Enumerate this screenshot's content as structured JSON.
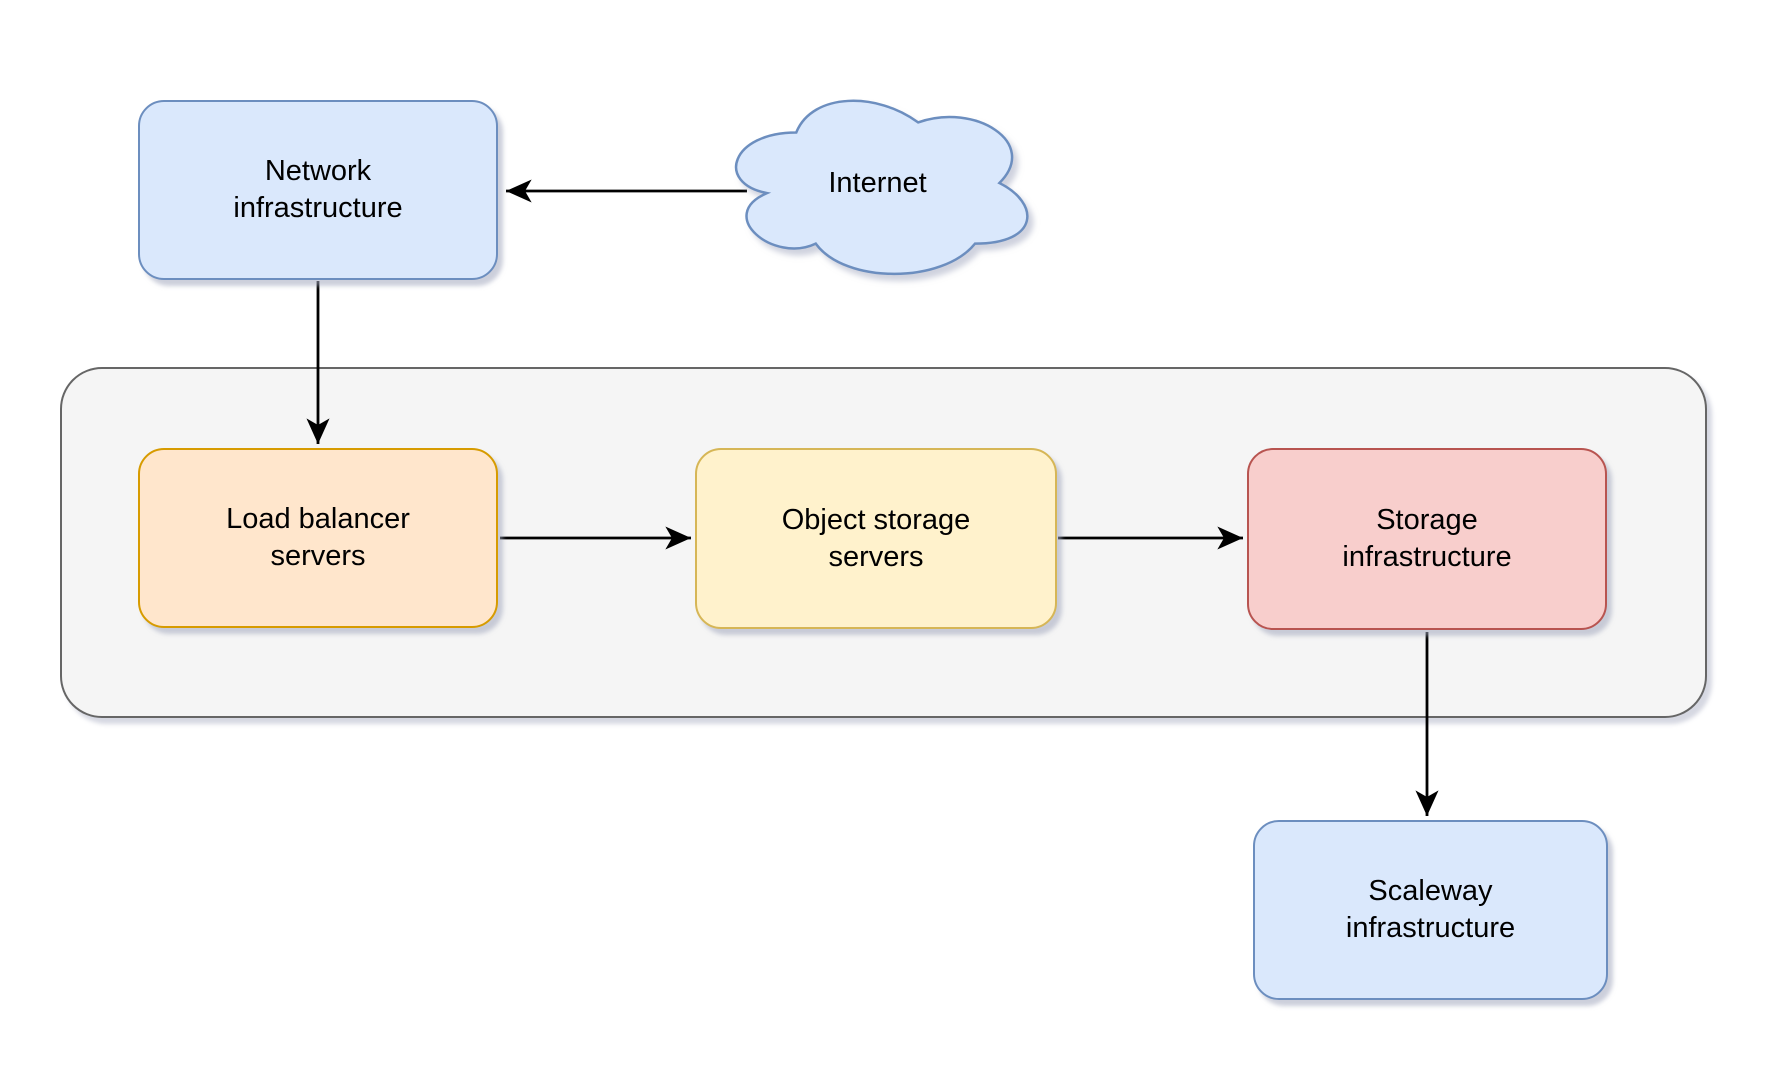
{
  "diagram": {
    "type": "architecture-flow",
    "background": "#ffffff"
  },
  "nodes": {
    "internet": {
      "label": "Internet",
      "shape": "cloud",
      "fill": "#dae8fc",
      "stroke": "#6c8ebf"
    },
    "network": {
      "label": "Network\ninfrastructure",
      "shape": "rounded-rectangle",
      "fill": "#dae8fc",
      "stroke": "#6c8ebf"
    },
    "load_balancer": {
      "label": "Load balancer\nservers",
      "shape": "rounded-rectangle",
      "fill": "#ffe6cc",
      "stroke": "#d79b00"
    },
    "object_storage": {
      "label": "Object storage\nservers",
      "shape": "rounded-rectangle",
      "fill": "#fff2cc",
      "stroke": "#d6b656"
    },
    "storage": {
      "label": "Storage\ninfrastructure",
      "shape": "rounded-rectangle",
      "fill": "#f8cecc",
      "stroke": "#b85450"
    },
    "scaleway": {
      "label": "Scaleway\ninfrastructure",
      "shape": "rounded-rectangle",
      "fill": "#dae8fc",
      "stroke": "#6c8ebf"
    }
  },
  "group_container": {
    "label": "",
    "fill": "#f5f5f5",
    "stroke": "#666666",
    "contains": [
      "load_balancer",
      "object_storage",
      "storage"
    ]
  },
  "edges": [
    {
      "from": "internet",
      "to": "network",
      "arrowhead": "classic",
      "color": "#000000"
    },
    {
      "from": "network",
      "to": "load_balancer",
      "arrowhead": "classic",
      "color": "#000000"
    },
    {
      "from": "load_balancer",
      "to": "object_storage",
      "arrowhead": "classic",
      "color": "#000000"
    },
    {
      "from": "object_storage",
      "to": "storage",
      "arrowhead": "classic",
      "color": "#000000"
    },
    {
      "from": "storage",
      "to": "scaleway",
      "arrowhead": "classic",
      "color": "#000000"
    }
  ]
}
